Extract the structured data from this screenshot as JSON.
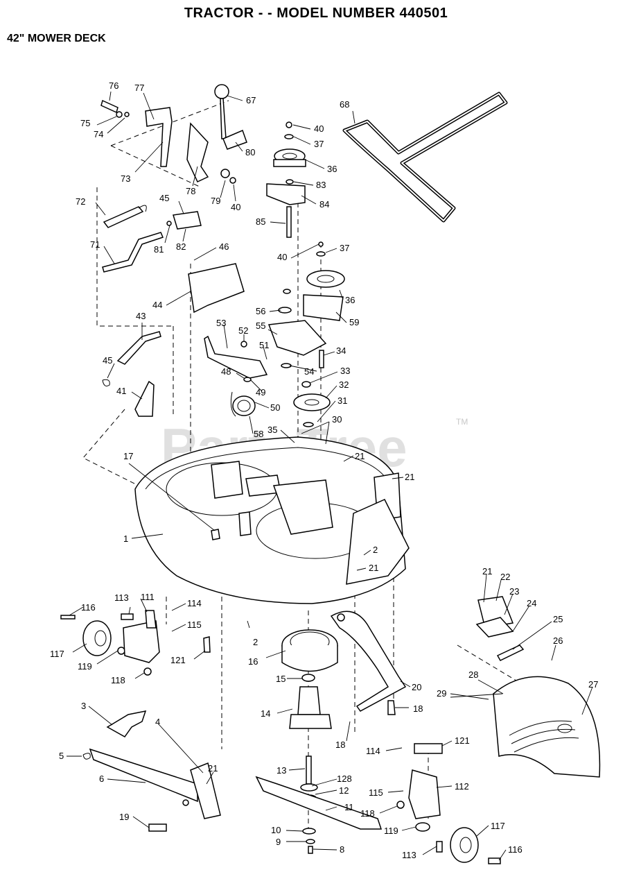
{
  "header": {
    "title": "TRACTOR - - MODEL NUMBER 440501",
    "subtitle": "42\" MOWER DECK"
  },
  "watermark": {
    "text": "PartsTree",
    "mark": "TM"
  },
  "callouts": [
    {
      "id": "76",
      "text": "76"
    },
    {
      "id": "77",
      "text": "77"
    },
    {
      "id": "75",
      "text": "75"
    },
    {
      "id": "74",
      "text": "74"
    },
    {
      "id": "73",
      "text": "73"
    },
    {
      "id": "67",
      "text": "67"
    },
    {
      "id": "80",
      "text": "80"
    },
    {
      "id": "78",
      "text": "78"
    },
    {
      "id": "79",
      "text": "79"
    },
    {
      "id": "40a",
      "text": "40"
    },
    {
      "id": "72",
      "text": "72"
    },
    {
      "id": "45a",
      "text": "45"
    },
    {
      "id": "81",
      "text": "81"
    },
    {
      "id": "82",
      "text": "82"
    },
    {
      "id": "71",
      "text": "71"
    },
    {
      "id": "46",
      "text": "46"
    },
    {
      "id": "44",
      "text": "44"
    },
    {
      "id": "43",
      "text": "43"
    },
    {
      "id": "45b",
      "text": "45"
    },
    {
      "id": "41",
      "text": "41"
    },
    {
      "id": "40b",
      "text": "40"
    },
    {
      "id": "37a",
      "text": "37"
    },
    {
      "id": "36a",
      "text": "36"
    },
    {
      "id": "83",
      "text": "83"
    },
    {
      "id": "84",
      "text": "84"
    },
    {
      "id": "85",
      "text": "85"
    },
    {
      "id": "68",
      "text": "68"
    },
    {
      "id": "40c",
      "text": "40"
    },
    {
      "id": "37b",
      "text": "37"
    },
    {
      "id": "36b",
      "text": "36"
    },
    {
      "id": "56",
      "text": "56"
    },
    {
      "id": "59",
      "text": "59"
    },
    {
      "id": "55",
      "text": "55"
    },
    {
      "id": "53",
      "text": "53"
    },
    {
      "id": "52",
      "text": "52"
    },
    {
      "id": "51",
      "text": "51"
    },
    {
      "id": "34",
      "text": "34"
    },
    {
      "id": "48",
      "text": "48"
    },
    {
      "id": "54",
      "text": "54"
    },
    {
      "id": "33",
      "text": "33"
    },
    {
      "id": "49",
      "text": "49"
    },
    {
      "id": "32",
      "text": "32"
    },
    {
      "id": "50",
      "text": "50"
    },
    {
      "id": "31",
      "text": "31"
    },
    {
      "id": "58",
      "text": "58"
    },
    {
      "id": "35",
      "text": "35"
    },
    {
      "id": "30",
      "text": "30"
    },
    {
      "id": "21a",
      "text": "21"
    },
    {
      "id": "21b",
      "text": "21"
    },
    {
      "id": "17",
      "text": "17"
    },
    {
      "id": "1",
      "text": "1"
    },
    {
      "id": "2a",
      "text": "2"
    },
    {
      "id": "21c",
      "text": "21"
    },
    {
      "id": "116a",
      "text": "116"
    },
    {
      "id": "113a",
      "text": "113"
    },
    {
      "id": "111",
      "text": "111"
    },
    {
      "id": "114a",
      "text": "114"
    },
    {
      "id": "115a",
      "text": "115"
    },
    {
      "id": "117a",
      "text": "117"
    },
    {
      "id": "119a",
      "text": "119"
    },
    {
      "id": "121a",
      "text": "121"
    },
    {
      "id": "118a",
      "text": "118"
    },
    {
      "id": "2b",
      "text": "2"
    },
    {
      "id": "16",
      "text": "16"
    },
    {
      "id": "15",
      "text": "15"
    },
    {
      "id": "14",
      "text": "14"
    },
    {
      "id": "20",
      "text": "20"
    },
    {
      "id": "18a",
      "text": "18"
    },
    {
      "id": "18b",
      "text": "18"
    },
    {
      "id": "21d",
      "text": "21"
    },
    {
      "id": "22",
      "text": "22"
    },
    {
      "id": "23",
      "text": "23"
    },
    {
      "id": "24",
      "text": "24"
    },
    {
      "id": "25",
      "text": "25"
    },
    {
      "id": "26",
      "text": "26"
    },
    {
      "id": "28",
      "text": "28"
    },
    {
      "id": "29",
      "text": "29"
    },
    {
      "id": "27",
      "text": "27"
    },
    {
      "id": "3",
      "text": "3"
    },
    {
      "id": "4",
      "text": "4"
    },
    {
      "id": "5",
      "text": "5"
    },
    {
      "id": "6",
      "text": "6"
    },
    {
      "id": "21e",
      "text": "21"
    },
    {
      "id": "19",
      "text": "19"
    },
    {
      "id": "13",
      "text": "13"
    },
    {
      "id": "128",
      "text": "128"
    },
    {
      "id": "12",
      "text": "12"
    },
    {
      "id": "11",
      "text": "11"
    },
    {
      "id": "10",
      "text": "10"
    },
    {
      "id": "9",
      "text": "9"
    },
    {
      "id": "8",
      "text": "8"
    },
    {
      "id": "114b",
      "text": "114"
    },
    {
      "id": "121b",
      "text": "121"
    },
    {
      "id": "115b",
      "text": "115"
    },
    {
      "id": "112",
      "text": "112"
    },
    {
      "id": "118b",
      "text": "118"
    },
    {
      "id": "119b",
      "text": "119"
    },
    {
      "id": "117b",
      "text": "117"
    },
    {
      "id": "113b",
      "text": "113"
    },
    {
      "id": "116b",
      "text": "116"
    }
  ]
}
